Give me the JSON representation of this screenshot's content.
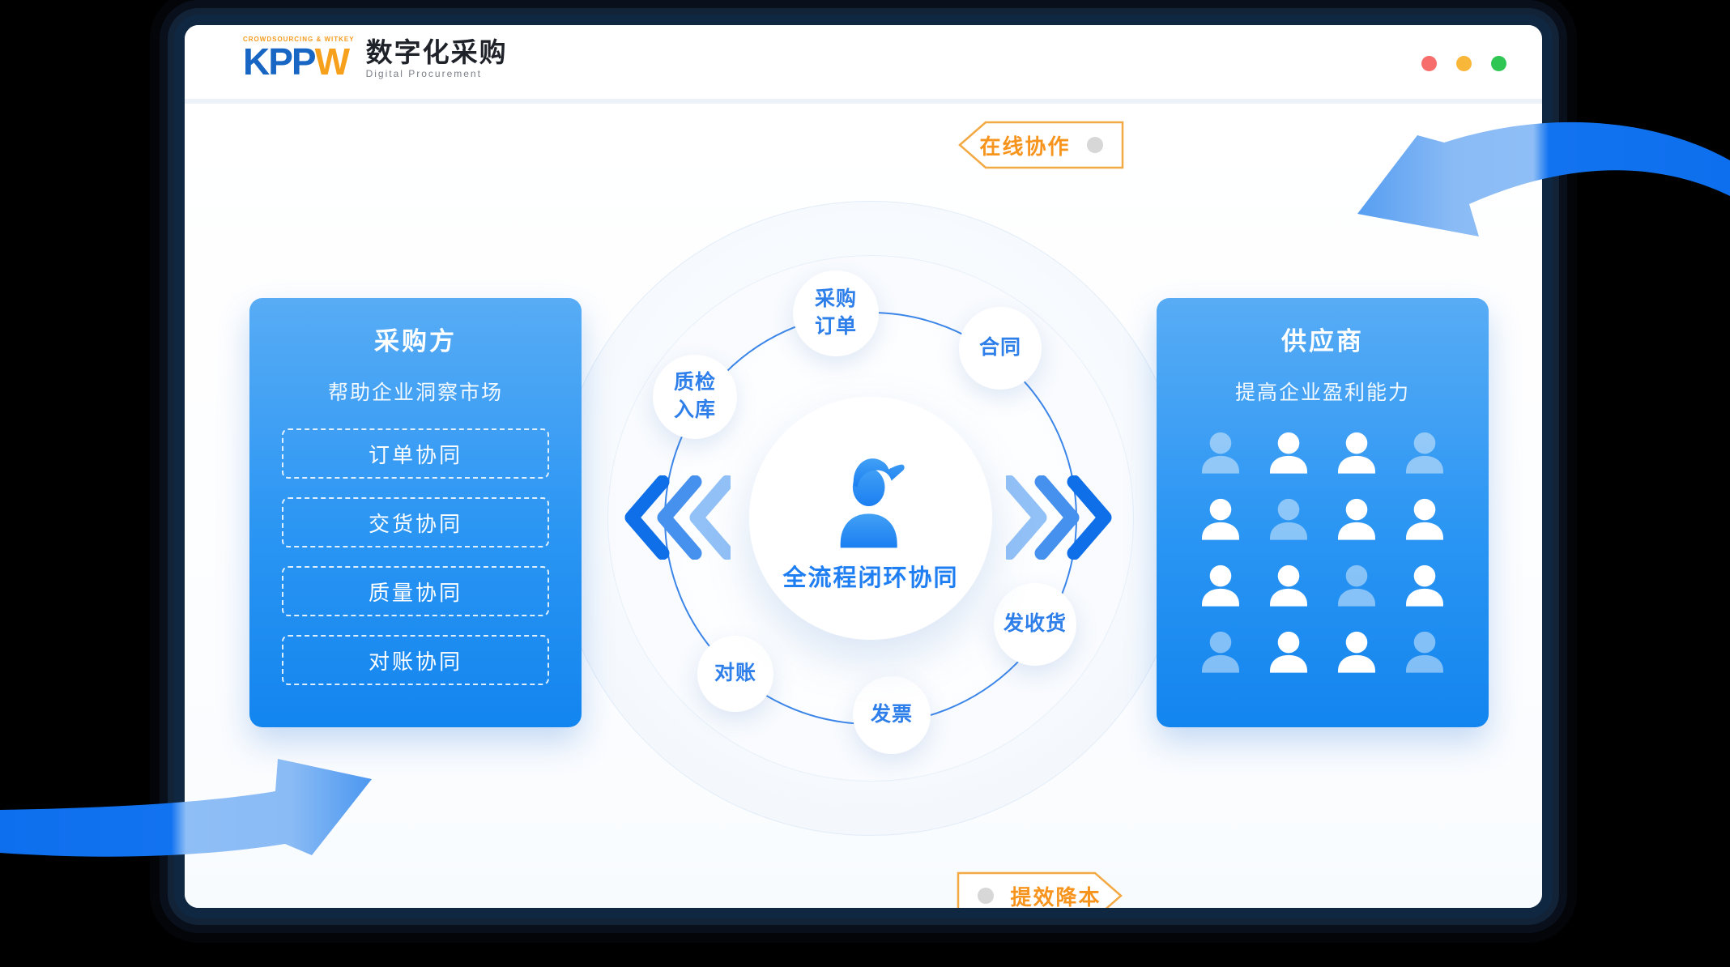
{
  "window": {
    "logo": {
      "brand_blue": "KPP",
      "brand_orange": "W",
      "tagline": "CROWDSOURCING & WITKEY",
      "product_cn": "数字化采购",
      "product_en": "Digital Procurement"
    },
    "traffic_lights": {
      "red": "#f76d6b",
      "yellow": "#f9b73a",
      "green": "#2fc653"
    }
  },
  "badges": {
    "top": "在线协作",
    "bottom": "提效降本"
  },
  "buyer_panel": {
    "title": "采购方",
    "subtitle": "帮助企业洞察市场",
    "items": [
      "订单协同",
      "交货协同",
      "质量协同",
      "对账协同"
    ]
  },
  "supplier_panel": {
    "title": "供应商",
    "subtitle": "提高企业盈利能力",
    "grid": {
      "rows": 4,
      "cols": 4,
      "dim_cells": [
        0,
        3,
        5,
        10,
        12,
        15
      ]
    }
  },
  "diagram": {
    "center_label": "全流程闭环协同",
    "nodes": [
      {
        "id": "purchase-order",
        "text": "采购\n订单"
      },
      {
        "id": "contract",
        "text": "合同"
      },
      {
        "id": "ship-receive",
        "text": "发收货"
      },
      {
        "id": "invoice",
        "text": "发票"
      },
      {
        "id": "reconciliation",
        "text": "对账"
      },
      {
        "id": "qc-warehouse",
        "text": "质检\n入库"
      }
    ]
  },
  "colors": {
    "accent-blue": "#1f7ff2",
    "ring-blue": "#3c86e9",
    "node-text": "#2e7fe9",
    "orange-text": "#f7941d",
    "orange-border": "#f3a944",
    "panel-top": "#58acf5",
    "panel-bottom": "#1385ef",
    "frame": "#0f2740"
  }
}
